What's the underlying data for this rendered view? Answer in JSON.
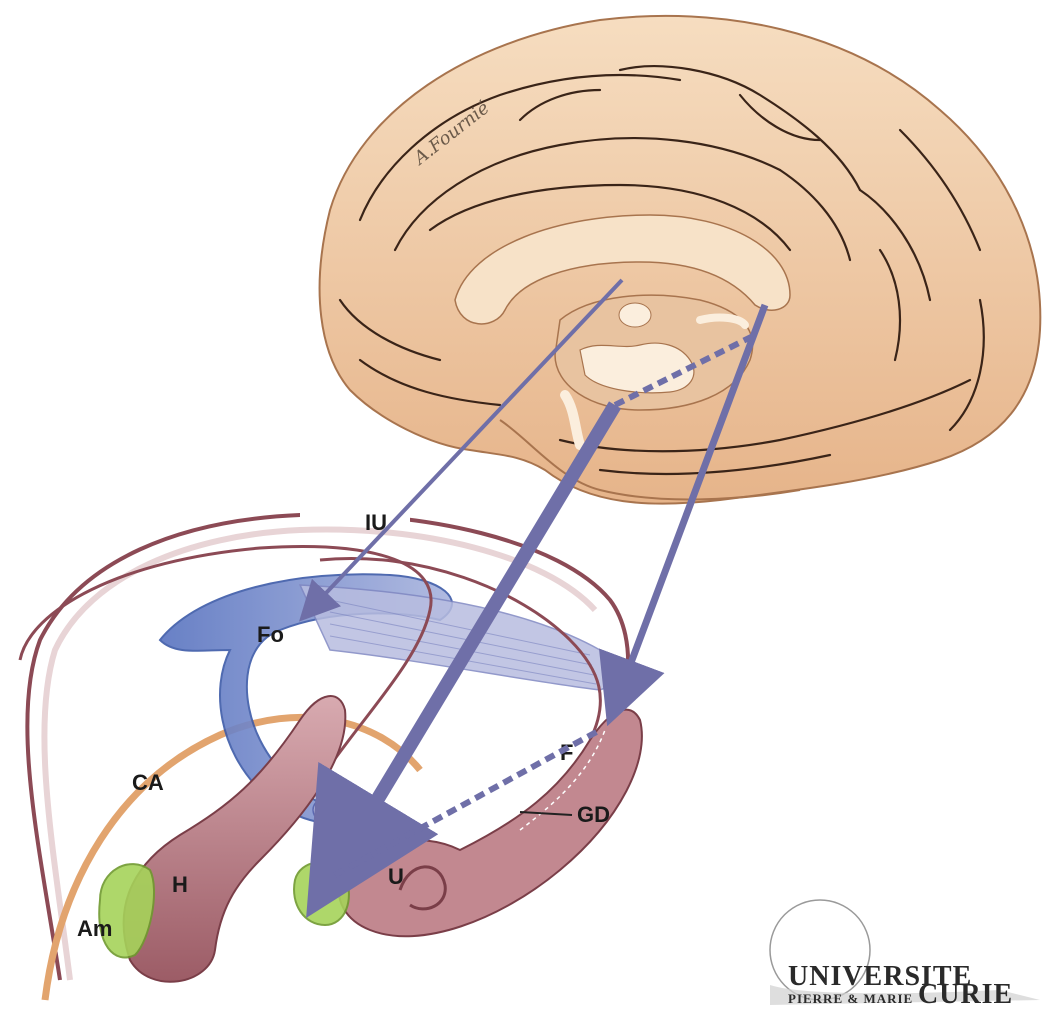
{
  "labels": {
    "fo": "Fo",
    "f": "F",
    "ca": "CA",
    "gd": "GD",
    "h": "H",
    "u": "U",
    "am": "Am",
    "top_partial": "IU"
  },
  "artist_signature": "A.Fournié",
  "logo": {
    "line1": "UNIVERSITE",
    "line2": "PIERRE & MARIE",
    "line3": "CURIE"
  },
  "colors": {
    "cortex": "#f1d2b0",
    "cortex_shadow": "#d9a57a",
    "sulcus": "#3a2418",
    "fornix_blue": "#5570b8",
    "hippocampus": "#b9848d",
    "hippocampus_dark": "#8c4a55",
    "caudate_orange": "#e2a46e",
    "amygdala_green": "#a6d35a",
    "arrow": "#6f6fa8"
  }
}
